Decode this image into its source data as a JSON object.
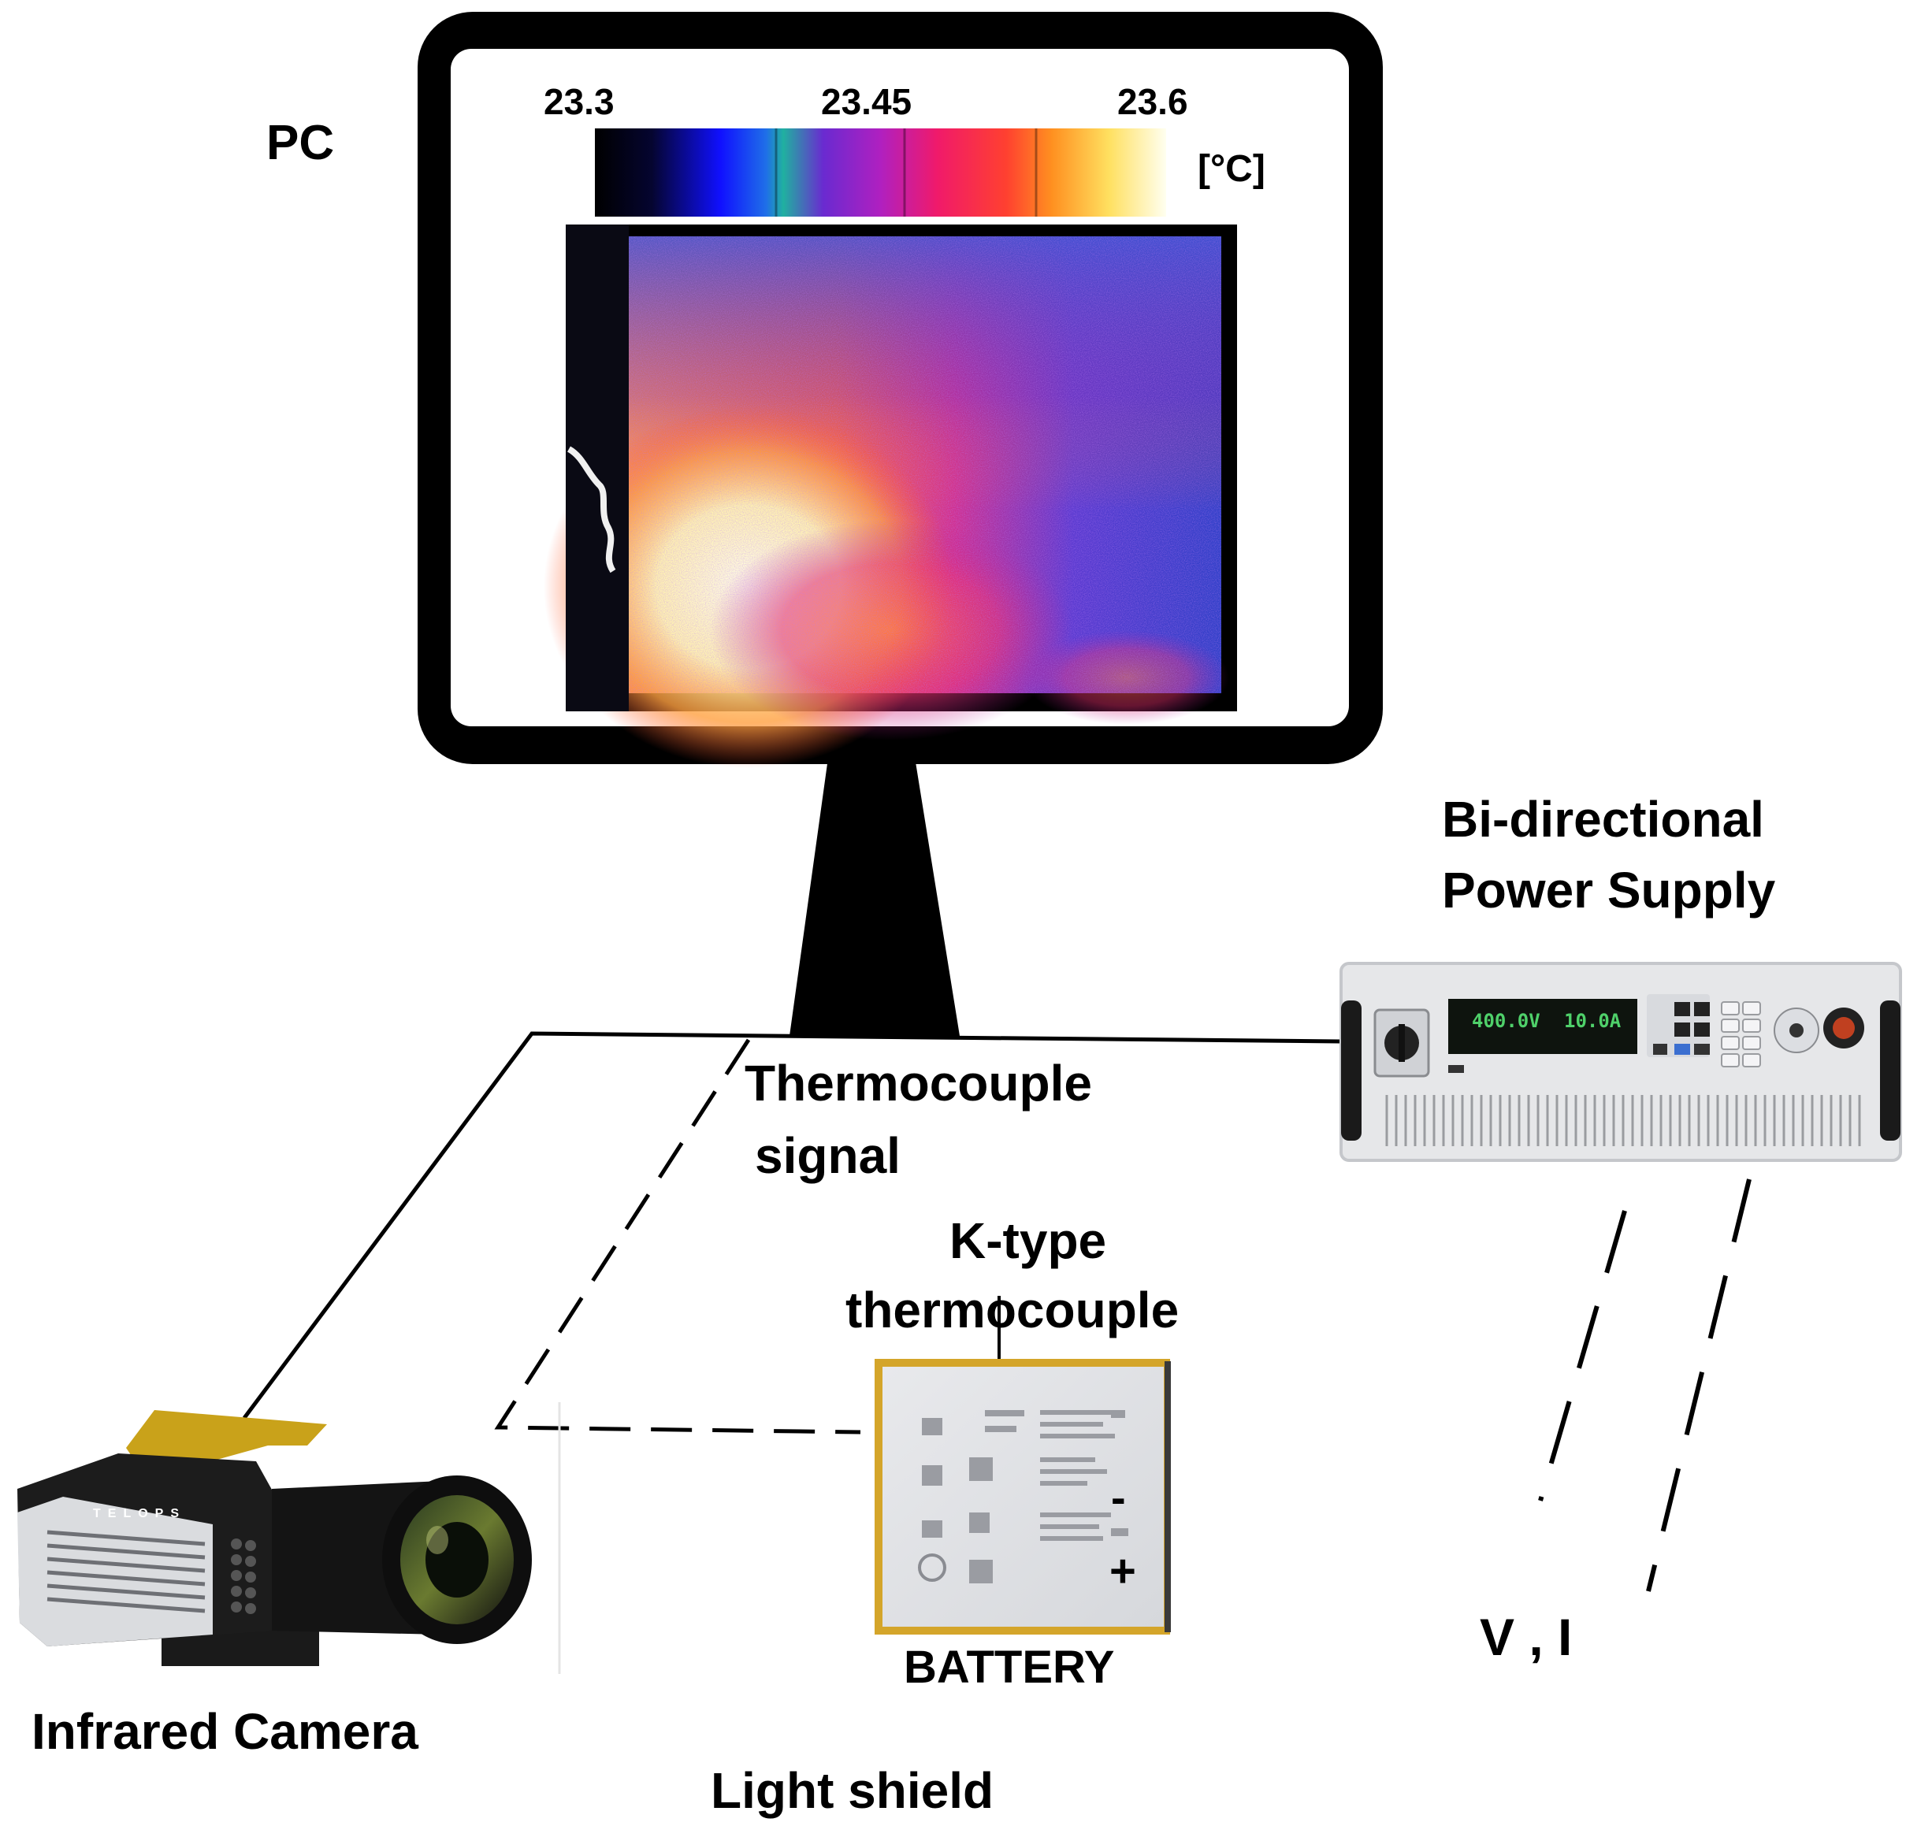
{
  "labels": {
    "pc": "PC",
    "power_supply_line1": "Bi-directional",
    "power_supply_line2": "Power Supply",
    "thermocouple_signal_line1": "Thermocouple",
    "thermocouple_signal_line2": "signal",
    "ktype_line1": "K-type",
    "ktype_line2": "thermocouple",
    "battery": "BATTERY",
    "camera": "Infrared Camera",
    "light_shield": "Light shield",
    "vi": "V , I",
    "battery_minus": "-",
    "battery_plus": "+"
  },
  "colorbar": {
    "ticks": [
      "23.3",
      "23.45",
      "23.6"
    ],
    "unit": "[°C]"
  },
  "power_supply_display": {
    "voltage": "400.0V",
    "current": "10.0A"
  },
  "camera_brand": "TELOPS",
  "colors": {
    "accent_yellow": "#c9a21a",
    "frame_black": "#000000",
    "panel_grey": "#e6e7e9",
    "lcd_green": "#4fd16a"
  }
}
